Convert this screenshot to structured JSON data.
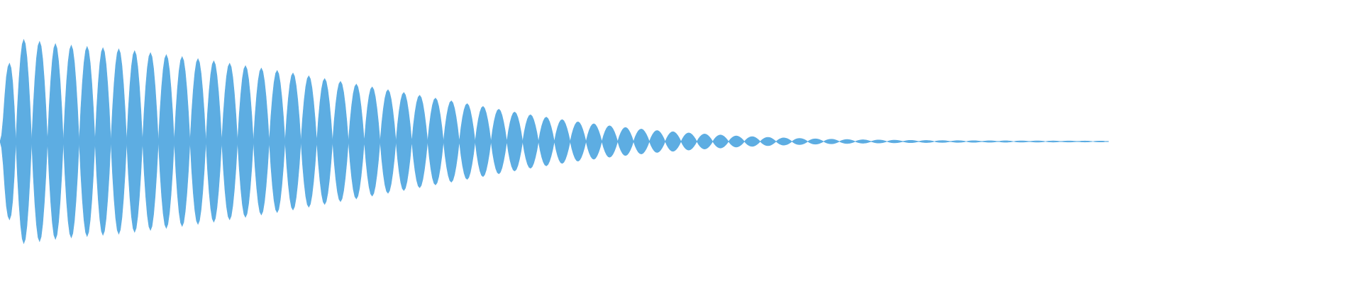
{
  "chart_data": {
    "type": "area",
    "title": "",
    "xlabel": "",
    "ylabel": "",
    "x_unit": "normalized_time",
    "y_unit": "normalized_amplitude",
    "xlim": [
      0,
      1
    ],
    "ylim": [
      -1,
      1
    ],
    "grid": false,
    "legend": "none",
    "series": [
      {
        "color": "#5dade2",
        "envelope": {
          "x": [
            0.0,
            0.004,
            0.01,
            0.02,
            0.035,
            0.06,
            0.09,
            0.12,
            0.15,
            0.18,
            0.21,
            0.24,
            0.27,
            0.3,
            0.33,
            0.36,
            0.39,
            0.42,
            0.45,
            0.48,
            0.51,
            0.54,
            0.57,
            0.6,
            0.63,
            0.66,
            0.69,
            0.72,
            0.75,
            0.78,
            0.81,
            0.814,
            1.0
          ],
          "y": [
            0.0,
            0.62,
            0.98,
            1.0,
            0.96,
            0.93,
            0.9,
            0.85,
            0.8,
            0.74,
            0.68,
            0.61,
            0.54,
            0.47,
            0.4,
            0.33,
            0.26,
            0.2,
            0.15,
            0.11,
            0.08,
            0.055,
            0.038,
            0.026,
            0.018,
            0.013,
            0.01,
            0.008,
            0.007,
            0.006,
            0.005,
            0.0,
            0.0
          ]
        },
        "cycles": 70
      }
    ]
  }
}
